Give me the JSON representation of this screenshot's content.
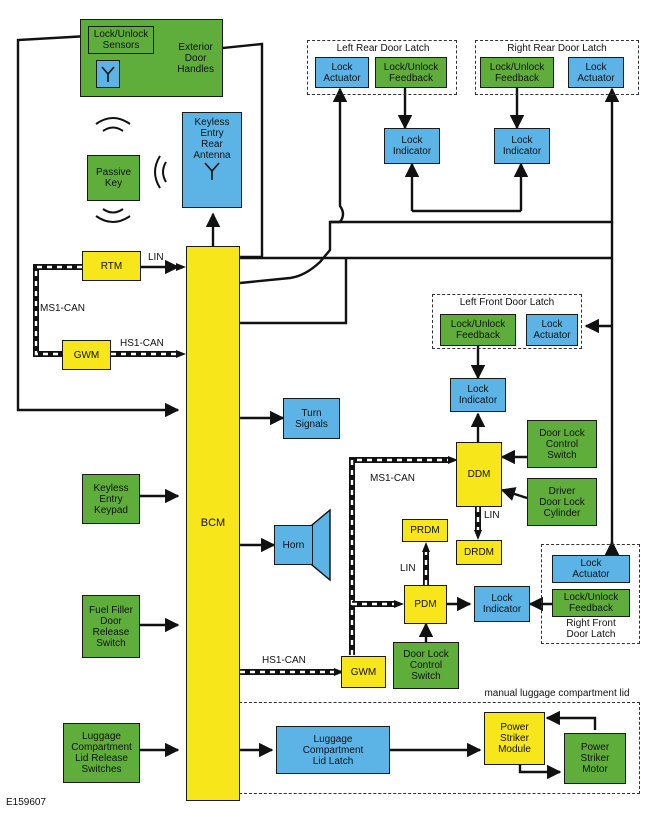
{
  "boxes": {
    "sensors": "Lock/Unlock\nSensors",
    "ext_handles": "Exterior\nDoor\nHandles",
    "lr_actuator": "Lock\nActuator",
    "lr_feedback": "Lock/Unlock\nFeedback",
    "rr_feedback": "Lock/Unlock\nFeedback",
    "rr_actuator": "Lock\nActuator",
    "lr_indicator": "Lock\nIndicator",
    "rr_indicator": "Lock\nIndicator",
    "keyless_antenna": "Keyless\nEntry\nRear\nAntenna",
    "passive_key": "Passive\nKey",
    "rtm": "RTM",
    "gwm_top": "GWM",
    "bcm": "BCM",
    "lf_feedback": "Lock/Unlock\nFeedback",
    "lf_actuator": "Lock\nActuator",
    "lf_indicator": "Lock\nIndicator",
    "turn_signals": "Turn\nSignals",
    "ddm": "DDM",
    "ddm_switch": "Door Lock\nControl\nSwitch",
    "driver_cylinder": "Driver\nDoor Lock\nCylinder",
    "keypad": "Keyless\nEntry\nKeypad",
    "horn": "Horn",
    "prdm": "PRDM",
    "drdm": "DRDM",
    "rf_actuator": "Lock\nActuator",
    "rf_feedback": "Lock/Unlock\nFeedback",
    "pdm": "PDM",
    "rf_indicator": "Lock\nIndicator",
    "fuel_filler": "Fuel Filler\nDoor\nRelease\nSwitch",
    "gwm_bottom": "GWM",
    "pdm_switch": "Door Lock\nControl\nSwitch",
    "luggage_switches": "Luggage\nCompartment\nLid Release\nSwitches",
    "luggage_latch": "Luggage\nCompartment\nLid Latch",
    "power_striker_module": "Power\nStriker\nModule",
    "power_striker_motor": "Power\nStriker\nMotor"
  },
  "groups": {
    "left_rear": "Left Rear Door Latch",
    "right_rear": "Right Rear Door Latch",
    "left_front": "Left Front Door Latch",
    "right_front": "Right Front\nDoor Latch",
    "luggage": "manual luggage compartment lid"
  },
  "labels": {
    "lin_rtm": "LIN",
    "ms1_can_left": "MS1-CAN",
    "hs1_can_top": "HS1-CAN",
    "ms1_can_right": "MS1-CAN",
    "lin_ddm": "LIN",
    "lin_pdm": "LIN",
    "hs1_can_bottom": "HS1-CAN",
    "figure_id": "E159607"
  },
  "colors": {
    "green": "#5fae3c",
    "blue": "#5cb4e6",
    "yellow": "#f6e61a"
  }
}
